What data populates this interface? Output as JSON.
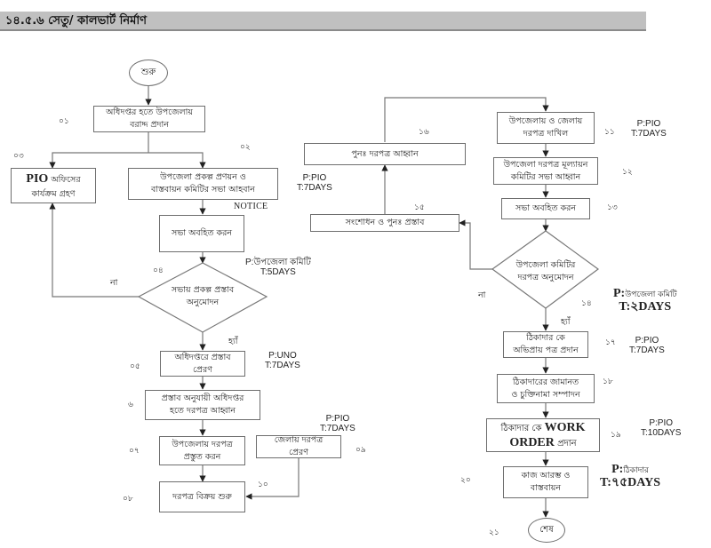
{
  "header": {
    "title": "১৪.৫.৬ সেতু/ কালভার্ট  নির্মাণ"
  },
  "flowchart": {
    "start": "শুরু",
    "end": "শেষ",
    "steps": [
      {
        "id": "01",
        "num": "০১",
        "text_line1": "অধিদপ্তর হতে উপজেলায়",
        "text_line2": "বরাদ্দ প্রদান"
      },
      {
        "id": "02",
        "num": "০২",
        "text_line1": "উপজেলা প্রকল্প প্রণয়ন ও",
        "text_line2": "বাস্তবায়ন কমিটির সভা আহবান"
      },
      {
        "id": "03",
        "num": "০৩",
        "text_prefix": "PIO",
        "text_line1": "অফিসের",
        "text_line2": "কার্যক্রম গ্রহণ"
      },
      {
        "id": "02b",
        "text_line1": "সভা অবহিত করন"
      },
      {
        "id": "04",
        "num": "০৪",
        "text_line1": "সভায় প্রকল্প প্রস্তাব",
        "text_line2": "অনুমোদন",
        "shape": "diamond"
      },
      {
        "id": "05",
        "num": "০৫",
        "text_line1": "অধিদপ্তরে প্রস্তাব",
        "text_line2": "প্রেরণ"
      },
      {
        "id": "06",
        "num": "৬",
        "text_line1": "প্রস্তাব অনুযায়ী অধিদপ্তর",
        "text_line2": "হতে দরপত্র আহ্বান"
      },
      {
        "id": "07",
        "num": "০৭",
        "text_line1": "উপজেলায় দরপত্র",
        "text_line2": "প্রস্তুত করন"
      },
      {
        "id": "08",
        "num": "০৮",
        "text_line1": "দরপত্র বিক্রয় শুরু"
      },
      {
        "id": "09",
        "num": "০৯",
        "text_line1": "জেলায় দরপত্র",
        "text_line2": "প্রেরণ"
      },
      {
        "id": "10",
        "num": "১০"
      },
      {
        "id": "11",
        "num": "১১",
        "text_line1": "উপজেলায় ও জেলায়",
        "text_line2": "দরপত্র দাখিল"
      },
      {
        "id": "12",
        "num": "১২",
        "text_line1": "উপজেলা দরপত্র মূল্যায়ন",
        "text_line2": "কমিটির  সভা আহ্বান"
      },
      {
        "id": "13",
        "num": "১৩",
        "text_line1": "সভা অবহিত করন"
      },
      {
        "id": "14",
        "num": "১৪",
        "text_line1": "উপজেলা কমিটির",
        "text_line2": "দরপত্র অনুমোদন",
        "shape": "diamond"
      },
      {
        "id": "15",
        "num": "১৫",
        "text_line1": "সংশোধন ও পুনঃ প্রস্তাব"
      },
      {
        "id": "16",
        "num": "১৬",
        "text_line1": "পুনঃ দরপত্র আহ্বান"
      },
      {
        "id": "17",
        "num": "১৭",
        "text_line1": "ঠিকাদার কে",
        "text_line2": "অভিপ্রায় পত্র প্রদান"
      },
      {
        "id": "18",
        "num": "১৮",
        "text_line1": "ঠিকাদারের জামানত",
        "text_line2": "ও চুক্তিনামা সম্পাদন"
      },
      {
        "id": "19",
        "num": "১৯",
        "text_line1_a": "ঠিকাদার কে",
        "text_line1_b": "WORK",
        "text_line2_a": "ORDER",
        "text_line2_b": "প্রদান"
      },
      {
        "id": "20",
        "num": "২০",
        "text_line1": "কাজ আরম্ভ ও",
        "text_line2": "বাস্তবায়ন"
      },
      {
        "id": "21",
        "num": "২১"
      }
    ],
    "edge_labels": {
      "no_04": "না",
      "yes_04": "হ্যাঁ",
      "no_14": "না",
      "yes_14": "হ্যাঁ",
      "notice": "NOTICE"
    },
    "annotations": {
      "a02": {
        "p": "P:PIO",
        "t": "T:7DAYS"
      },
      "a04": {
        "p": "P:উপজেলা কমিটি",
        "t": "T:5DAYS"
      },
      "a05": {
        "p": "P:UNO",
        "t": "T:7DAYS"
      },
      "a09": {
        "p": "P:PIO",
        "t": "T:7DAYS"
      },
      "a11": {
        "p": "P:PIO",
        "t": "T:7DAYS"
      },
      "a14": {
        "p_prefix": "P:",
        "p": "উপজেলা কমিটি",
        "t": "T:২DAYS"
      },
      "a17": {
        "p": "P:PIO",
        "t": "T:7DAYS"
      },
      "a19": {
        "p": "P:PIO",
        "t": "T:10DAYS"
      },
      "a20": {
        "p_prefix": "P:",
        "p": "ঠিকাদার",
        "t": "T:৭৫DAYS"
      }
    }
  }
}
